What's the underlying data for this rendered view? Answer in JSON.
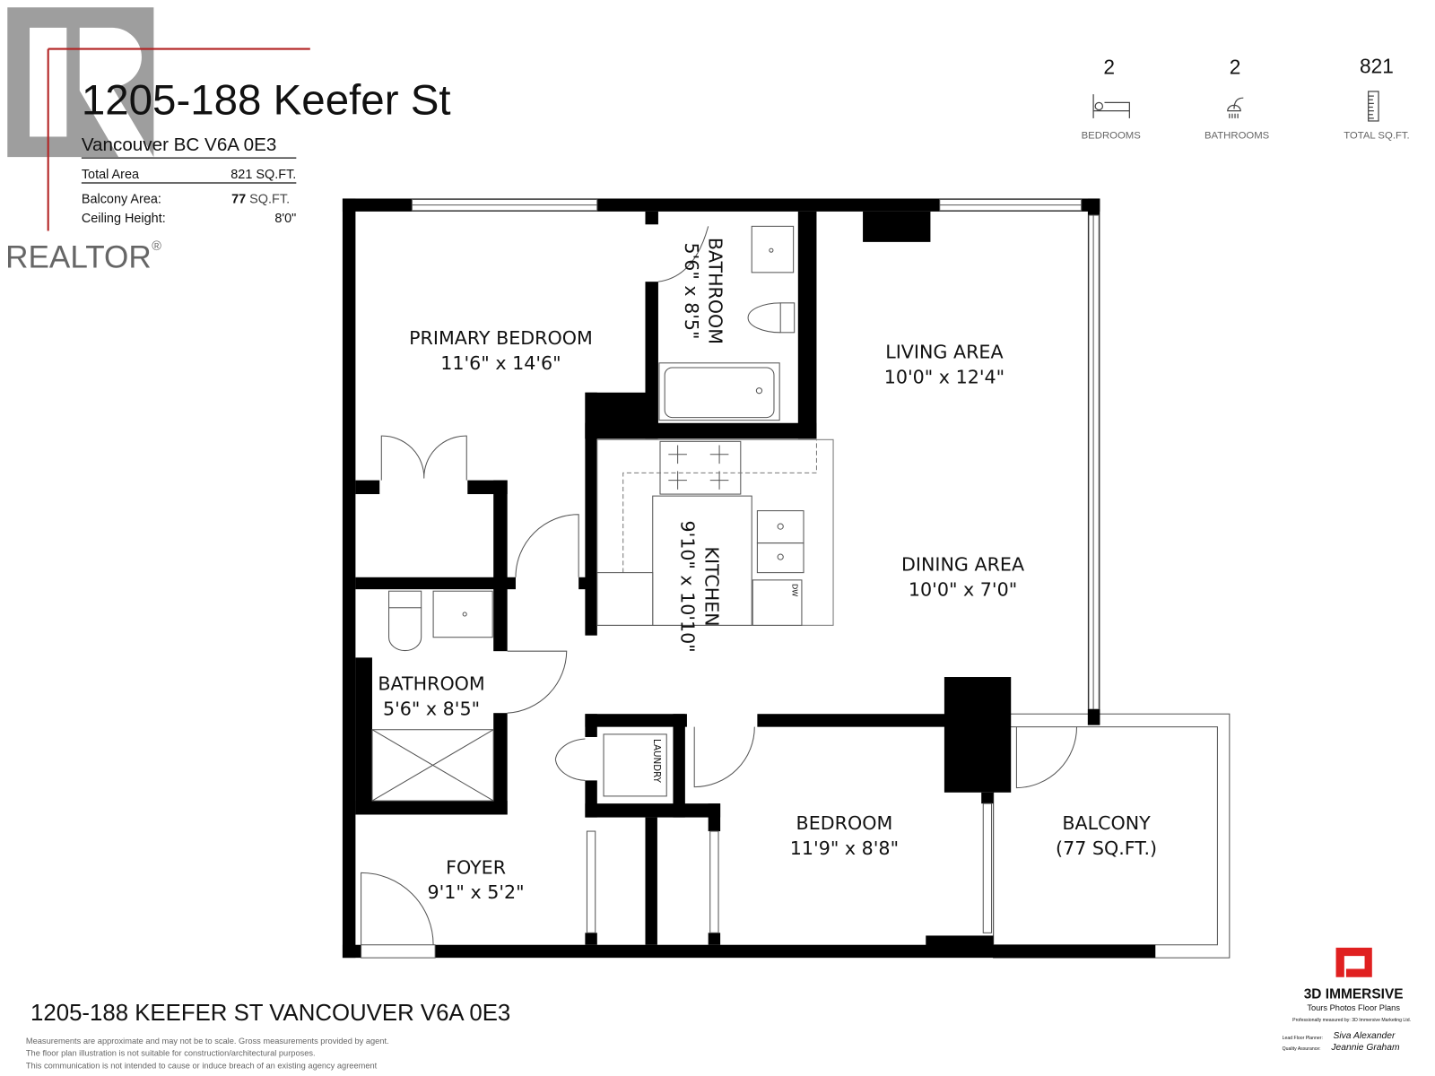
{
  "header": {
    "title": "1205-188 Keefer St",
    "subtitle": "Vancouver BC  V6A 0E3",
    "total_area_label": "Total Area",
    "total_area_value": "821 SQ.FT.",
    "balcony_area_label": "Balcony Area:",
    "balcony_area_value_num": "77",
    "balcony_area_value_unit": " SQ.FT.",
    "ceiling_height_label": "Ceiling Height:",
    "ceiling_height_value": "8'0\""
  },
  "realtor_logo": {
    "text": "REALTOR",
    "mark": "®",
    "colors": {
      "logo": "#9e9e9e",
      "accent_line": "#b22222"
    }
  },
  "stats": [
    {
      "value": "2",
      "label": "BEDROOMS",
      "icon": "bed-icon"
    },
    {
      "value": "2",
      "label": "BATHROOMS",
      "icon": "shower-icon"
    },
    {
      "value": "821",
      "label": "TOTAL SQ.FT.",
      "icon": "ruler-icon"
    }
  ],
  "rooms": {
    "primary_bedroom": {
      "name": "PRIMARY BEDROOM",
      "size": "11'6\" x 14'6\""
    },
    "ensuite_bathroom": {
      "name": "BATHROOM",
      "size": "5'6\" x 8'5\""
    },
    "living_area": {
      "name": "LIVING AREA",
      "size": "10'0\" x 12'4\""
    },
    "dining_area": {
      "name": "DINING AREA",
      "size": "10'0\" x 7'0\""
    },
    "kitchen": {
      "name": "KITCHEN",
      "size": "9'10\" x 10'10\""
    },
    "bathroom": {
      "name": "BATHROOM",
      "size": "5'6\" x 8'5\""
    },
    "laundry": {
      "name": "LAUNDRY"
    },
    "bedroom": {
      "name": "BEDROOM",
      "size": "11'9\" x 8'8\""
    },
    "balcony": {
      "name": "BALCONY",
      "size": "(77 SQ.FT.)"
    },
    "foyer": {
      "name": "FOYER",
      "size": "9'1\" x 5'2\""
    },
    "dishwasher": "DW"
  },
  "footer": {
    "address": "1205-188 KEEFER ST VANCOUVER V6A 0E3",
    "disclaimer": [
      "Measurements are approximate and may not be to scale. Gross measurements provided by agent.",
      "The floor plan illustration is not suitable for construction/architectural purposes.",
      "This communication is not intended to cause or induce breach of an existing agency agreement"
    ]
  },
  "company": {
    "name": "3D IMMERSIVE",
    "tagline": "Tours  Photos  Floor Plans",
    "measured_by": "Professionally measured by: 3D Immersive Marketing Ltd.",
    "lead_label": "Lead Floor Planner:",
    "lead_signature": "Siva Alexander",
    "qa_label": "Quality Assurance:",
    "qa_signature": "Jeannie Graham",
    "colors": {
      "logo": "#e02020",
      "text": "#333333"
    }
  }
}
